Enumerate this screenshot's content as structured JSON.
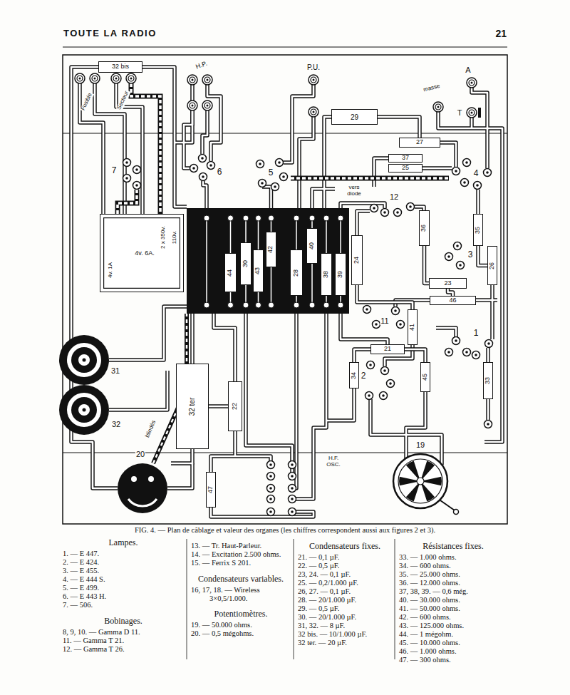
{
  "diagram": {
    "caption": "FIG. 4. — Plan de câblage et valeur des organes (les chiffres correspondent aussi aux figures 2 et 3).",
    "nodes": [
      {
        "text": [
          "32 bis"
        ]
      },
      {
        "text": [
          "29"
        ]
      },
      {
        "text": [
          "27"
        ]
      },
      {
        "text": [
          "37"
        ]
      },
      {
        "text": [
          "25"
        ]
      },
      {
        "text": [
          "36"
        ]
      },
      {
        "text": [
          "35"
        ]
      },
      {
        "text": [
          "2 x 350v.",
          "4v. 6A.",
          "4v. 1A",
          "110v."
        ]
      },
      {
        "text": [
          "44"
        ]
      },
      {
        "text": [
          "30"
        ]
      },
      {
        "text": [
          "43"
        ]
      },
      {
        "text": [
          "42"
        ]
      },
      {
        "text": [
          "28"
        ]
      },
      {
        "text": [
          "40"
        ]
      },
      {
        "text": [
          "38"
        ]
      },
      {
        "text": [
          "39"
        ]
      },
      {
        "text": [
          "24"
        ]
      },
      {
        "text": [
          "26"
        ]
      },
      {
        "text": [
          "23"
        ]
      },
      {
        "text": [
          "46"
        ]
      },
      {
        "text": [
          "41"
        ]
      },
      {
        "text": [
          "21"
        ]
      },
      {
        "text": [
          "34"
        ]
      },
      {
        "text": [
          "45"
        ]
      },
      {
        "text": [
          "33"
        ]
      },
      {
        "text": [
          "32 ter"
        ]
      },
      {
        "text": [
          "22"
        ]
      },
      {
        "text": [
          "47"
        ]
      }
    ],
    "edges": [
      {
        "from": 1,
        "to": 2,
        "arrow": "none"
      },
      {
        "from": 18,
        "to": 19,
        "arrow": "none"
      },
      {
        "from": 21,
        "to": 23,
        "arrow": "none"
      },
      {
        "from": 21,
        "to": 22,
        "arrow": "none"
      },
      {
        "from": 5,
        "to": 18,
        "arrow": "none"
      },
      {
        "from": 6,
        "to": 17,
        "arrow": "none"
      },
      {
        "from": 25,
        "to": 26,
        "arrow": "none"
      },
      {
        "from": 16,
        "to": 20,
        "arrow": "none"
      }
    ],
    "labels": [
      "TOUTE LA RADIO",
      "21",
      "Fusible",
      "Secteur",
      "H.P.",
      "P.U.",
      "masse",
      "A",
      "T",
      "7",
      "6",
      "5",
      "4",
      "vers diode",
      "12",
      "3",
      "11",
      "1",
      "2",
      "31",
      "32",
      "blindés",
      "20",
      "H.F. OSC.",
      "19",
      "Lampes.",
      "1. — E 447.",
      "2. — E 424.",
      "3. — E 455.",
      "4. — E 444 S.",
      "5. — E 499.",
      "6. — E 443 H.",
      "7. — 506.",
      "Bobinages.",
      "8, 9, 10. — Gamma D 11.",
      "11. — Gamma T 21.",
      "12. — Gamma T 26.",
      "13. — Tr. Haut-Parleur.",
      "14. — Excitation 2.500 ohms.",
      "15. — Ferrix S 201.",
      "Condensateurs variables.",
      "16, 17, 18. — Wireless 3×0,5/1.000.",
      "Potentiomètres.",
      "19. — 50.000 ohms.",
      "20. — 0,5 mégohms.",
      "Condensateurs fixes.",
      "21. — 0,1 µF.",
      "22. — 0,5 µF.",
      "23, 24. — 0,1 µF.",
      "25. — 0,2/1.000 µF.",
      "26, 27. — 0,1 µF.",
      "28. — 20/1.000 µF.",
      "29. — 0,5 µF.",
      "30. — 20/1.000 µF.",
      "31, 32. — 8 µF.",
      "32 bis. — 10/1.000 µF.",
      "32 ter. — 20 µF.",
      "Résistances fixes.",
      "33. — 1.000 ohms.",
      "34. — 600 ohms.",
      "35. — 25.000 ohms.",
      "36. — 12.000 ohms.",
      "37, 38, 39. — 0,6 még.",
      "40. — 30.000 ohms.",
      "41. — 50.000 ohms.",
      "42. — 600 ohms.",
      "43. — 125.000 ohms.",
      "44. — 1 mégohm.",
      "45. — 10.000 ohms.",
      "46. — 1.000 ohms.",
      "47. — 300 ohms."
    ]
  }
}
